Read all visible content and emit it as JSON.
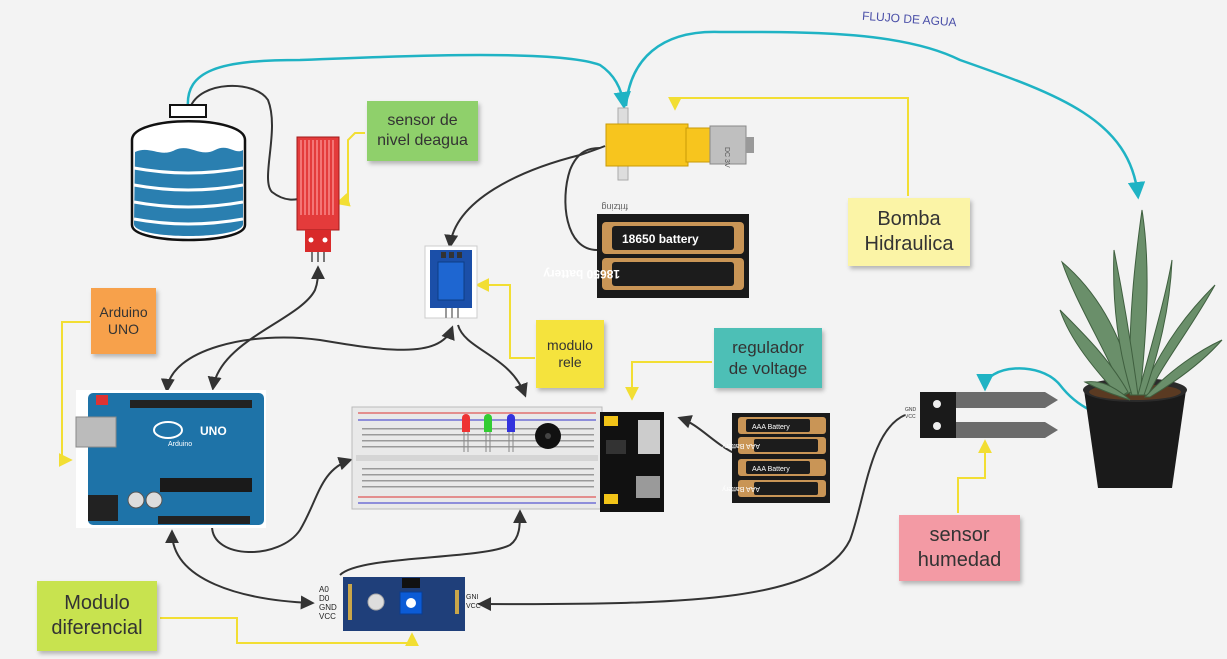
{
  "flow_label": "FLUJO DE AGUA",
  "notes": {
    "water_level_sensor": {
      "text": "sensor de\nnivel deagua",
      "color": "#8fd06b"
    },
    "pump": {
      "text": "Bomba\nHidraulica",
      "color": "#fbf4a6"
    },
    "arduino": {
      "text": "Arduino\nUNO",
      "color": "#f7a14b"
    },
    "relay": {
      "text": "modulo\nrele",
      "color": "#f5e33d"
    },
    "regulator": {
      "text": "regulador\nde voltage",
      "color": "#4dbfb6"
    },
    "humidity_sensor": {
      "text": "sensor\nhumedad",
      "color": "#f39aa4"
    },
    "differential_module": {
      "text": "Modulo\ndiferencial",
      "color": "#c8e34f"
    }
  },
  "components": {
    "battery_18650_top": "18650 battery",
    "battery_18650_bottom": "18650 battery",
    "fritzing_mark": "fritzing",
    "aaa_battery_label": "AAA Battery",
    "motor_marking": "DC 3V",
    "arduino_logo": "UNO",
    "arduino_brand": "Arduino",
    "diff_pins_left": [
      "A0",
      "D0",
      "GND",
      "VCC"
    ],
    "diff_pins_right": [
      "GNI",
      "VCC"
    ],
    "moisture_pins": [
      "GND",
      "VCC"
    ]
  },
  "colors": {
    "water_flow": "#1fb3c4",
    "control_wire": "#333333",
    "annotation_line": "#f2de33",
    "arduino_board": "#1e73a8",
    "relay_board": "#1b4fa8",
    "tank_water": "#2a7fb0"
  }
}
